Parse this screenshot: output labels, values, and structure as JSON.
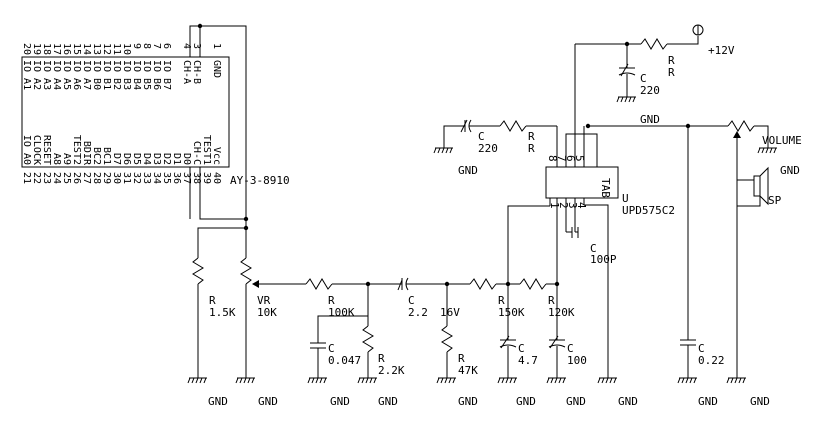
{
  "chip1": {
    "part": "AY-3-8910",
    "top_pin_nums": [
      "20",
      "19",
      "18",
      "17",
      "16",
      "15",
      "14",
      "13",
      "12",
      "11",
      "10",
      "9",
      "8",
      "7",
      "6",
      "",
      "4",
      "3",
      "",
      "1"
    ],
    "top_pin_names": [
      "IO A1",
      "IO A2",
      "IO A3",
      "IO A4",
      "IO A5",
      "IO A6",
      "IO A7",
      "IO B0",
      "IO B1",
      "IO B2",
      "IO B3",
      "IO B4",
      "IO B5",
      "IO B6",
      "IO B7",
      "",
      "CH-A",
      "CH-B",
      "",
      "GND"
    ],
    "bottom_pin_nums": [
      "21",
      "22",
      "23",
      "24",
      "25",
      "26",
      "27",
      "28",
      "29",
      "30",
      "31",
      "32",
      "33",
      "34",
      "35",
      "36",
      "37",
      "38",
      "39",
      "40"
    ],
    "bottom_pin_names": [
      "IO A0",
      "CLOCK",
      "RESET",
      "A8",
      "A9",
      "TEST2",
      "BDIR",
      "BC2",
      "BC1",
      "D7",
      "D6",
      "D5",
      "D4",
      "D3",
      "D2",
      "D1",
      "D0",
      "CH-C",
      "TEST1",
      "Vcc"
    ]
  },
  "chip2": {
    "part_ref": "U",
    "part": "UPD575C2",
    "body_label": "TAB",
    "top_pins": [
      "8",
      "7",
      "6",
      "5"
    ],
    "bottom_pins": [
      "1",
      "2",
      "3",
      "4"
    ]
  },
  "power": {
    "label": "+12V"
  },
  "gnd": {
    "label": "GND"
  },
  "components": {
    "r_top_ref": "R",
    "r_top_val": "R",
    "c_top_ref": "C",
    "c_top_val": "220",
    "c_left_ref": "C",
    "c_left_val": "220",
    "r_left_ref": "R",
    "r_left_val": "R",
    "volume": "VOLUME",
    "speaker": "SP",
    "r1_ref": "R",
    "r1_val": "1.5K",
    "vr_ref": "VR",
    "vr_val": "10K",
    "r100k_ref": "R",
    "r100k_val": "100K",
    "c2_ref": "C",
    "c2_val": "2.2",
    "c2_volt": "16V",
    "r150k_ref": "R",
    "r150k_val": "150K",
    "r120k_ref": "R",
    "r120k_val": "120K",
    "c047_ref": "C",
    "c047_val": "0.047",
    "r22k_ref": "R",
    "r22k_val": "2.2K",
    "r47k_ref": "R",
    "r47k_val": "47K",
    "c47_ref": "C",
    "c47_val": "4.7",
    "c100_ref": "C",
    "c100_val": "100",
    "c100p_ref": "C",
    "c100p_val": "100P",
    "c022_ref": "C",
    "c022_val": "0.22"
  }
}
